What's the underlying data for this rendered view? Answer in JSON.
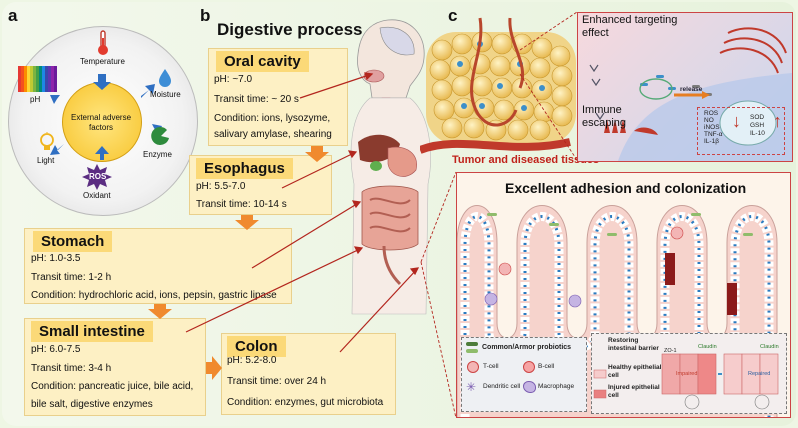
{
  "panel_a": {
    "letter": "a",
    "center_label": "External adverse factors",
    "factors": [
      {
        "label": "Temperature",
        "icon": "thermometer-icon"
      },
      {
        "label": "Moisture",
        "icon": "water-drop-icon"
      },
      {
        "label": "Enzyme",
        "icon": "enzyme-icon"
      },
      {
        "label": "Oxidant",
        "icon": "ros-burst-icon"
      },
      {
        "label": "Light",
        "icon": "light-bulb-icon"
      },
      {
        "label": "pH",
        "icon": "ph-strip-icon"
      }
    ],
    "ros_badge": "ROS"
  },
  "panel_b": {
    "letter": "b",
    "title": "Digestive process",
    "stages": [
      {
        "title": "Oral cavity",
        "lines": [
          "pH: ~7.0",
          "Transit time: ~ 20 s",
          "Condition:  ions,  lysozyme,",
          "salivary amylase, shearing"
        ]
      },
      {
        "title": "Esophagus",
        "lines": [
          "pH: 5.5-7.0",
          "Transit time: 10-14 s"
        ]
      },
      {
        "title": "Stomach",
        "lines": [
          "pH: 1.0-3.5",
          "Transit time: 1-2 h",
          "Condition: hydrochloric acid, ions, pepsin, gastric lipase"
        ]
      },
      {
        "title": "Small intestine",
        "lines": [
          "pH: 6.0-7.5",
          "Transit time: 3-4 h",
          "Condition:  pancreatic juice,  bile acid,",
          "bile salt, digestive enzymes"
        ]
      },
      {
        "title": "Colon",
        "lines": [
          "pH: 5.2-8.0",
          "Transit time: over 24 h",
          "Condition: enzymes, gut microbiota"
        ]
      }
    ]
  },
  "panel_c": {
    "letter": "c",
    "tumor_caption": "Tumor and diseased tissues",
    "targeting_label": "Enhanced targeting effect",
    "immune_label": "Immune escaping",
    "release_label": "release",
    "inflammatory_markers": [
      "ROS",
      "NO",
      "iNOS",
      "TNF-α",
      "IL-1β"
    ],
    "antioxidant_markers": [
      "SOD",
      "GSH",
      "IL-10"
    ],
    "adhesion_title": "Excellent adhesion and colonization",
    "legend": {
      "probiotics": "Common/Armor probiotics",
      "t_cell": "T-cell",
      "b_cell": "B-cell",
      "dendritic": "Dendritic cell",
      "macrophage": "Macrophage"
    },
    "barrier": {
      "title": "Restoring intestinal barrier",
      "healthy": "Healthy epithelial cell",
      "injured": "Injured epithelial cell",
      "zo1": "ZO-1",
      "claudin": "Claudin",
      "impaired": "Impaired",
      "repaired": "Repaired"
    }
  },
  "colors": {
    "box_fill": "#fdf0c4",
    "box_title": "#fbd978",
    "arrow_orange": "#f08a2e",
    "pointer_red": "#b3261e",
    "bg_green": "#eef6e4"
  }
}
